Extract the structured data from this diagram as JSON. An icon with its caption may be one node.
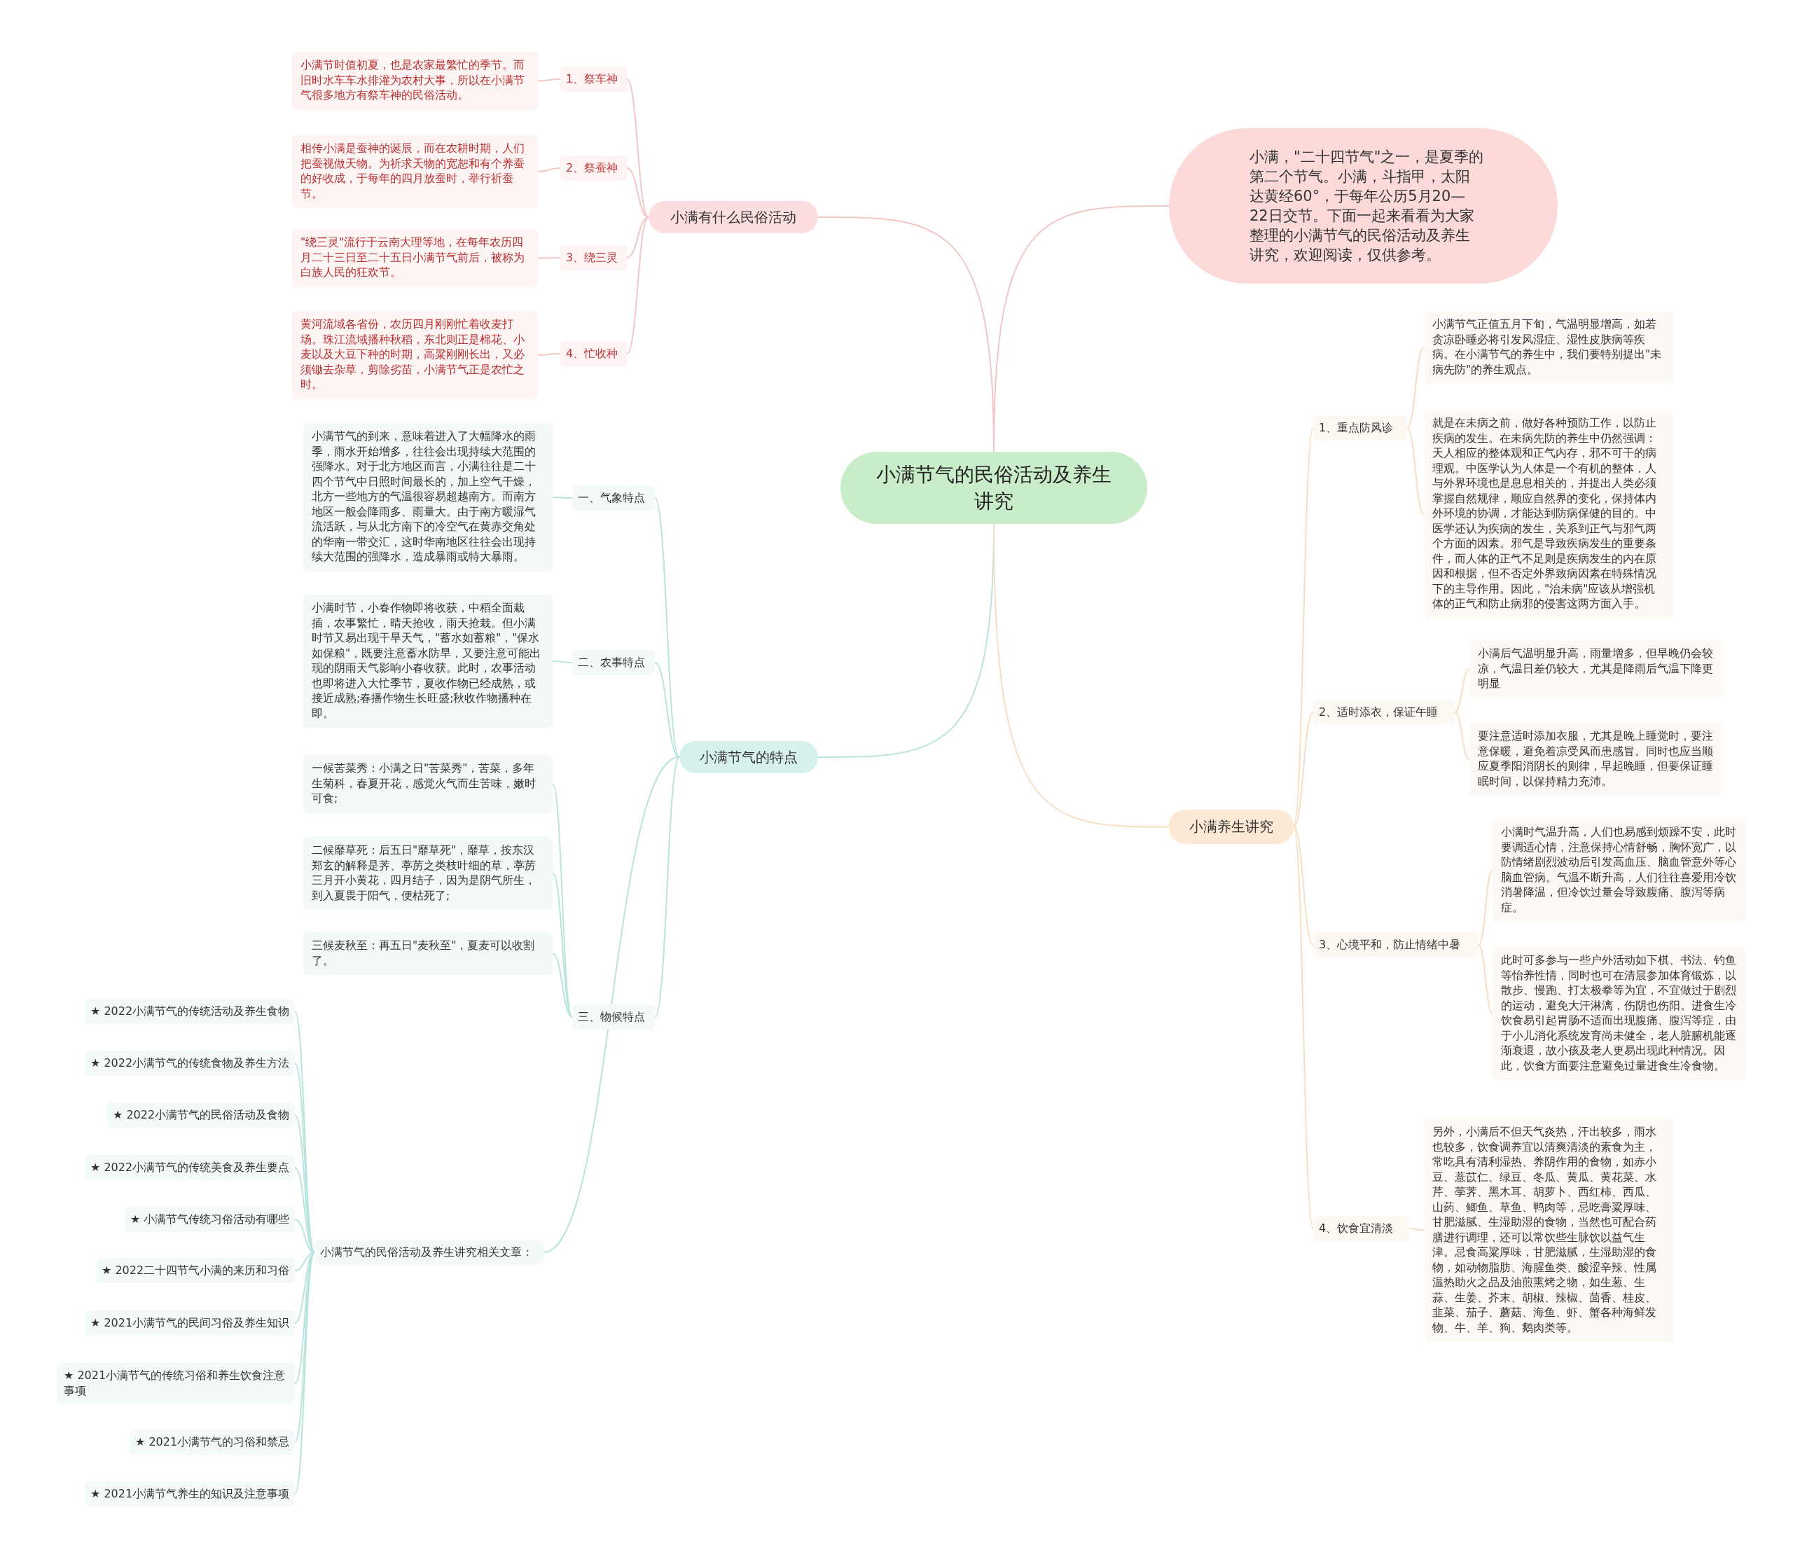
{
  "diagram": {
    "nodes": [
      {
        "text": [
          "小满节气的民俗活动及养生讲究"
        ]
      },
      {
        "text": [
          "小满，\"二十四节气\"之一，是夏季的第二个节气。小满，斗指甲，太阳达黄经60°，于每年公历5月20—22日交节。下面一起来看看为大家整理的小满节气的民俗活动及养生讲究，欢迎阅读，仅供参考。"
        ]
      },
      {
        "text": [
          "小满有什么民俗活动"
        ]
      },
      {
        "text": [
          "1、祭车神"
        ]
      },
      {
        "text": [
          "小满节时值初夏，也是农家最繁忙的季节。而旧时水车车水排灌为农村大事，所以在小满节气很多地方有祭车神的民俗活动。"
        ]
      },
      {
        "text": [
          "2、祭蚕神"
        ]
      },
      {
        "text": [
          "相传小满是蚕神的诞辰，而在农耕时期，人们把蚕视做天物。为祈求天物的宽恕和有个养蚕的好收成，于每年的四月放蚕时，举行祈蚕节。"
        ]
      },
      {
        "text": [
          "3、绕三灵"
        ]
      },
      {
        "text": [
          "\"绕三灵\"流行于云南大理等地，在每年农历四月二十三日至二十五日小满节气前后，被称为白族人民的狂欢节。"
        ]
      },
      {
        "text": [
          "4、忙收种"
        ]
      },
      {
        "text": [
          "黄河流域各省份，农历四月刚刚忙着收麦打场。珠江流域播种秋稻，东北则正是棉花、小麦以及大豆下种的时期，高粱刚刚长出，又必须锄去杂草，剪除劣苗，小满节气正是农忙之时。"
        ]
      },
      {
        "text": [
          "小满节气的特点"
        ]
      },
      {
        "text": [
          "一、气象特点"
        ]
      },
      {
        "text": [
          "小满节气的到来，意味着进入了大幅降水的雨季，雨水开始增多，往往会出现持续大范围的强降水。对于北方地区而言，小满往往是二十四个节气中日照时间最长的，加上空气干燥，北方一些地方的气温很容易超越南方。而南方地区一般会降雨多、雨量大。由于南方暖湿气流活跃，与从北方南下的冷空气在黄赤交角处的华南一带交汇，这时华南地区往往会出现持续大范围的强降水，造成暴雨或特大暴雨。"
        ]
      },
      {
        "text": [
          "二、农事特点"
        ]
      },
      {
        "text": [
          "小满时节，小春作物即将收获，中稻全面栽插，农事繁忙，晴天抢收，雨天抢栽。但小满时节又易出现干旱天气，\"蓄水如蓄粮\"，\"保水如保粮\"，既要注意蓄水防旱，又要注意可能出现的阴雨天气影响小春收获。此时，农事活动也即将进入大忙季节，夏收作物已经成熟，或接近成熟;春播作物生长旺盛;秋收作物播种在即。"
        ]
      },
      {
        "text": [
          "三、物候特点"
        ]
      },
      {
        "text": [
          "一候苦菜秀：小满之日\"苦菜秀\"，苦菜，多年生菊科，春夏开花，感觉火气而生苦味，嫩时可食;"
        ]
      },
      {
        "text": [
          "二候靡草死：后五日\"靡草死\"，靡草，按东汉郑玄的解释是荠、葶苈之类枝叶细的草，葶苈三月开小黄花，四月结子，因为是阴气所生，到入夏畏于阳气，便枯死了;"
        ]
      },
      {
        "text": [
          "三候麦秋至：再五日\"麦秋至\"，夏麦可以收割了。"
        ]
      },
      {
        "text": [
          "小满节气的民俗活动及养生讲究相关文章："
        ]
      },
      {
        "text": [
          "★ 2022小满节气的传统活动及养生食物"
        ]
      },
      {
        "text": [
          "★ 2022小满节气的传统食物及养生方法"
        ]
      },
      {
        "text": [
          "★ 2022小满节气的民俗活动及食物"
        ]
      },
      {
        "text": [
          "★ 2022小满节气的传统美食及养生要点"
        ]
      },
      {
        "text": [
          "★ 小满节气传统习俗活动有哪些"
        ]
      },
      {
        "text": [
          "★ 2022二十四节气小满的来历和习俗"
        ]
      },
      {
        "text": [
          "★ 2021小满节气的民间习俗及养生知识"
        ]
      },
      {
        "text": [
          "★ 2021小满节气的传统习俗和养生饮食注意事项"
        ]
      },
      {
        "text": [
          "★ 2021小满节气的习俗和禁忌"
        ]
      },
      {
        "text": [
          "★ 2021小满节气养生的知识及注意事项"
        ]
      },
      {
        "text": [
          "小满养生讲究"
        ]
      },
      {
        "text": [
          "1、重点防风诊"
        ]
      },
      {
        "text": [
          "小满节气正值五月下旬，气温明显增高，如若贪凉卧睡必将引发风湿症、湿性皮肤病等疾病。在小满节气的养生中，我们要特别提出\"未病先防\"的养生观点。"
        ]
      },
      {
        "text": [
          "就是在未病之前，做好各种预防工作，以防止疾病的发生。在未病先防的养生中仍然强调：天人相应的整体观和正气内存，邪不可干的病理观。中医学认为人体是一个有机的整体，人与外界环境也是息息相关的，并提出人类必须掌握自然规律，顺应自然界的变化，保持体内外环境的协调，才能达到防病保健的目的。中医学还认为疾病的发生，关系到正气与邪气两个方面的因素。邪气是导致疾病发生的重要条件，而人体的正气不足则是疾病发生的内在原因和根据，但不否定外界致病因素在特殊情况下的主导作用。因此，\"治未病\"应该从增强机体的正气和防止病邪的侵害这两方面入手。"
        ]
      },
      {
        "text": [
          "2、适时添衣，保证午睡"
        ]
      },
      {
        "text": [
          "小满后气温明显升高，雨量增多，但早晚仍会较凉，气温日差仍较大，尤其是降雨后气温下降更明显"
        ]
      },
      {
        "text": [
          "要注意适时添加衣服，尤其是晚上睡觉时，要注意保暖，避免着凉受风而患感冒。同时也应当顺应夏季阳消阴长的则律，早起晚睡，但要保证睡眠时间，以保持精力充沛。"
        ]
      },
      {
        "text": [
          "3、心境平和，防止情绪中暑"
        ]
      },
      {
        "text": [
          "小满时气温升高，人们也易感到烦躁不安，此时要调适心情，注意保持心情舒畅，胸怀宽广，以防情绪剧烈波动后引发高血压、脑血管意外等心脑血管病。气温不断升高，人们往往喜爱用冷饮消暑降温，但冷饮过量会导致腹痛、腹泻等病症。"
        ]
      },
      {
        "text": [
          "此时可多参与一些户外活动如下棋、书法、钓鱼等怡养性情，同时也可在清晨参加体育锻炼，以散步、慢跑、打太极拳等为宜，不宜做过于剧烈的运动，避免大汗淋漓，伤阴也伤阳。进食生冷饮食易引起胃肠不适而出现腹痛、腹泻等症，由于小儿消化系统发育尚未健全，老人脏腑机能逐渐衰退，故小孩及老人更易出现此种情况。因此，饮食方面要注意避免过量进食生冷食物。"
        ]
      },
      {
        "text": [
          "4、饮食宜清淡"
        ]
      },
      {
        "text": [
          "另外，小满后不但天气炎热，汗出较多，雨水也较多，饮食调养宜以清爽清淡的素食为主，常吃具有清利湿热、养阴作用的食物，如赤小豆、薏苡仁、绿豆、冬瓜、黄瓜、黄花菜、水芹、荸荠、黑木耳、胡萝卜、西红柿、西瓜、山药、鲫鱼、草鱼、鸭肉等，忌吃膏粱厚味、甘肥滋腻、生湿助湿的食物，当然也可配合药膳进行调理，还可以常饮些生脉饮以益气生津。忌食高粱厚味，甘肥滋腻，生湿助湿的食物，如动物脂肪、海腥鱼类、酸涩辛辣、性属温热助火之品及油煎熏烤之物，如生葱、生蒜、生姜、芥末、胡椒、辣椒、茴香、桂皮、韭菜、茄子、蘑菇、海鱼、虾、蟹各种海鲜发物、牛、羊、狗、鹅肉类等。"
        ]
      }
    ],
    "edges": [
      {
        "from": 0,
        "to": 1,
        "arrow": "none",
        "color": "#f3c6c6"
      },
      {
        "from": 0,
        "to": 2,
        "arrow": "none",
        "color": "#f3c6c6"
      },
      {
        "from": 2,
        "to": 3,
        "arrow": "none",
        "color": "#f3c6c6"
      },
      {
        "from": 3,
        "to": 4,
        "arrow": "none",
        "color": "#f3c6c6"
      },
      {
        "from": 2,
        "to": 5,
        "arrow": "none",
        "color": "#f3c6c6"
      },
      {
        "from": 5,
        "to": 6,
        "arrow": "none",
        "color": "#f3c6c6"
      },
      {
        "from": 2,
        "to": 7,
        "arrow": "none",
        "color": "#f3c6c6"
      },
      {
        "from": 7,
        "to": 8,
        "arrow": "none",
        "color": "#f3c6c6"
      },
      {
        "from": 2,
        "to": 9,
        "arrow": "none",
        "color": "#f3c6c6"
      },
      {
        "from": 9,
        "to": 10,
        "arrow": "none",
        "color": "#f3c6c6"
      },
      {
        "from": 0,
        "to": 11,
        "arrow": "none"
      },
      {
        "from": 11,
        "to": 12,
        "arrow": "none"
      },
      {
        "from": 12,
        "to": 13,
        "arrow": "none"
      },
      {
        "from": 11,
        "to": 14,
        "arrow": "none"
      },
      {
        "from": 14,
        "to": 15,
        "arrow": "none"
      },
      {
        "from": 11,
        "to": 16,
        "arrow": "none"
      },
      {
        "from": 16,
        "to": 17,
        "arrow": "none"
      },
      {
        "from": 16,
        "to": 18,
        "arrow": "none"
      },
      {
        "from": 16,
        "to": 19,
        "arrow": "none"
      },
      {
        "from": 11,
        "to": 20,
        "arrow": "none"
      },
      {
        "from": 20,
        "to": 21,
        "arrow": "none"
      },
      {
        "from": 20,
        "to": 22,
        "arrow": "none"
      },
      {
        "from": 20,
        "to": 23,
        "arrow": "none"
      },
      {
        "from": 20,
        "to": 24,
        "arrow": "none"
      },
      {
        "from": 20,
        "to": 25,
        "arrow": "none"
      },
      {
        "from": 20,
        "to": 26,
        "arrow": "none"
      },
      {
        "from": 20,
        "to": 27,
        "arrow": "none"
      },
      {
        "from": 20,
        "to": 28,
        "arrow": "none"
      },
      {
        "from": 20,
        "to": 29,
        "arrow": "none"
      },
      {
        "from": 20,
        "to": 30,
        "arrow": "none"
      },
      {
        "from": 0,
        "to": 31,
        "arrow": "none",
        "color": "#f6dfc4"
      },
      {
        "from": 31,
        "to": 32,
        "arrow": "none",
        "color": "#f6dfc4"
      },
      {
        "from": 32,
        "to": 33,
        "arrow": "none",
        "color": "#f6dfc4"
      },
      {
        "from": 32,
        "to": 34,
        "arrow": "none",
        "color": "#f6dfc4"
      },
      {
        "from": 31,
        "to": 35,
        "arrow": "none",
        "color": "#f6dfc4"
      },
      {
        "from": 35,
        "to": 36,
        "arrow": "none",
        "color": "#f6dfc4"
      },
      {
        "from": 35,
        "to": 37,
        "arrow": "none",
        "color": "#f6dfc4"
      },
      {
        "from": 31,
        "to": 38,
        "arrow": "none",
        "color": "#f6dfc4"
      },
      {
        "from": 38,
        "to": 39,
        "arrow": "none",
        "color": "#f6dfc4"
      },
      {
        "from": 38,
        "to": 40,
        "arrow": "none",
        "color": "#f6dfc4"
      },
      {
        "from": 31,
        "to": 41,
        "arrow": "none",
        "color": "#f6dfc4"
      },
      {
        "from": 41,
        "to": 42,
        "arrow": "none",
        "color": "#f6dfc4"
      }
    ]
  }
}
